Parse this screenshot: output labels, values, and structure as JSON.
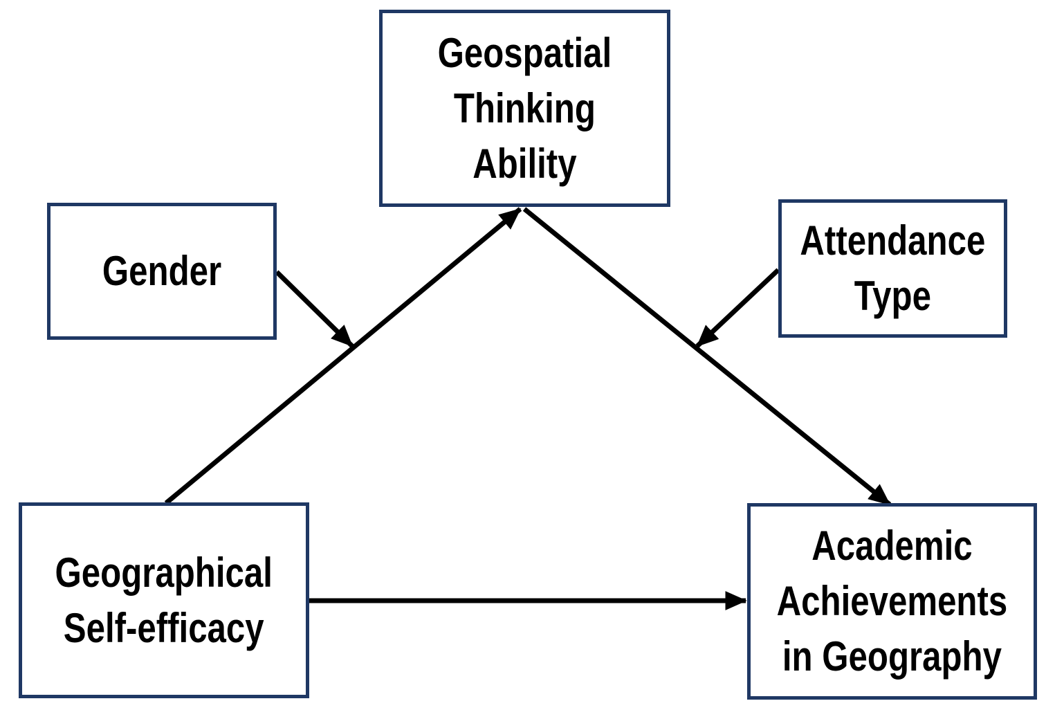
{
  "diagram": {
    "description": "Conceptual model diagram with five boxes connected by arrows",
    "nodes": [
      {
        "id": "geospatial-thinking-ability",
        "label": "Geospatial Thinking Ability",
        "lines": [
          "Geospatial",
          "Thinking",
          "Ability"
        ]
      },
      {
        "id": "gender",
        "label": "Gender",
        "lines": [
          "Gender"
        ]
      },
      {
        "id": "attendance-type",
        "label": "Attendance Type",
        "lines": [
          "Attendance",
          "Type"
        ]
      },
      {
        "id": "geographical-self-efficacy",
        "label": "Geographical Self-efficacy",
        "lines": [
          "Geographical",
          "Self-efficacy"
        ]
      },
      {
        "id": "academic-achievements-in-geography",
        "label": "Academic Achievements in Geography",
        "lines": [
          "Academic",
          "Achievements",
          "in Geography"
        ]
      }
    ],
    "edges": [
      {
        "from": "Geographical Self-efficacy",
        "to": "Geospatial Thinking Ability",
        "type": "direct-arrow"
      },
      {
        "from": "Geospatial Thinking Ability",
        "to": "Academic Achievements in Geography",
        "type": "direct-arrow"
      },
      {
        "from": "Geographical Self-efficacy",
        "to": "Academic Achievements in Geography",
        "type": "direct-arrow"
      },
      {
        "from": "Gender",
        "to": "path between Geographical Self-efficacy and Geospatial Thinking Ability",
        "type": "moderator-arrow"
      },
      {
        "from": "Attendance Type",
        "to": "path between Geospatial Thinking Ability and Academic Achievements in Geography",
        "type": "moderator-arrow"
      }
    ]
  },
  "colors": {
    "box_border": "#1F3864",
    "box_fill": "#FFFFFF",
    "text": "#000000",
    "arrow": "#000000",
    "background": "#FFFFFF"
  }
}
